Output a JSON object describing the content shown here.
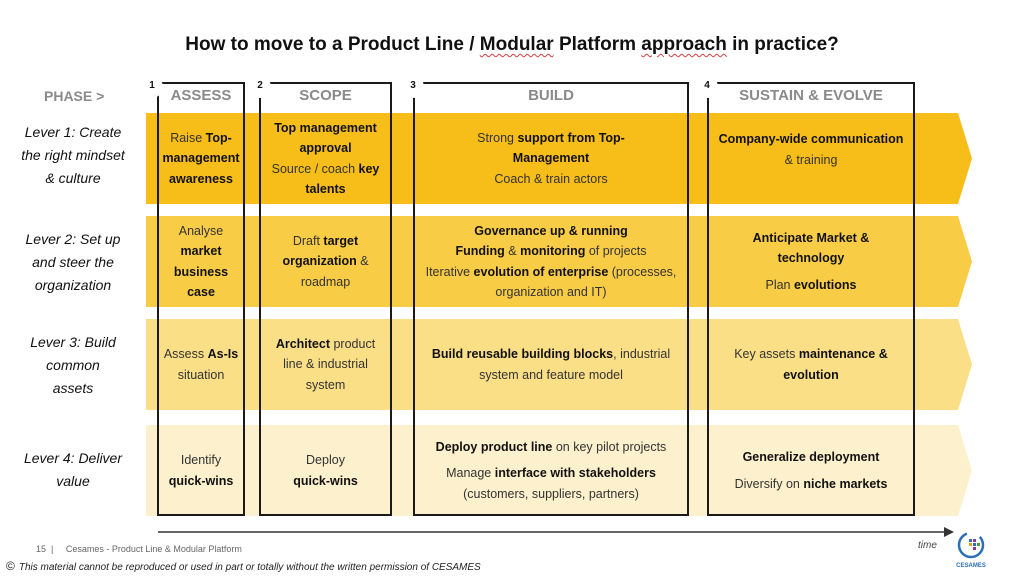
{
  "title": {
    "pre": "How to move to a Product Line / ",
    "w1": "Modular",
    "mid1": " Platform ",
    "w2": "approach",
    "post": " in practice?"
  },
  "phase_label": "PHASE >",
  "phases": [
    {
      "num": "1",
      "name": "ASSESS"
    },
    {
      "num": "2",
      "name": "SCOPE"
    },
    {
      "num": "3",
      "name": "BUILD"
    },
    {
      "num": "4",
      "name": "SUSTAIN & EVOLVE"
    }
  ],
  "levers": [
    {
      "l1": "Lever 1: Create",
      "l2": "the right mindset",
      "l3": "& culture"
    },
    {
      "l1": "Lever 2: Set up",
      "l2": "and  steer the",
      "l3": "organization"
    },
    {
      "l1": "Lever 3: Build",
      "l2": "common",
      "l3": "assets"
    },
    {
      "l1": "Lever 4: Deliver",
      "l2": "value"
    }
  ],
  "cells": {
    "r1": {
      "assess": {
        "a": "Raise ",
        "b": "Top-",
        "c": "management",
        "d": "awareness"
      },
      "scope": {
        "a": "Top management",
        "b": "approval",
        "c": "Source / coach ",
        "d": "key",
        "e": "talents"
      },
      "build": {
        "a": "Strong ",
        "b": "support from Top-",
        "c": "Management",
        "d": "Coach & train actors"
      },
      "sustain": {
        "a": "Company-wide communication",
        "b": "& training"
      }
    },
    "r2": {
      "assess": {
        "a": "Analyse",
        "b": "market",
        "c": "business",
        "d": "case"
      },
      "scope": {
        "a": "Draft ",
        "b": "target",
        "c": "organization",
        "d": " &",
        "e": "roadmap"
      },
      "build": {
        "a": "Governance up & running",
        "b": "Funding",
        "c": " & ",
        "d": "monitoring",
        "e": " of projects",
        "f": "Iterative ",
        "g": "evolution of enterprise",
        "h": " (processes,",
        "i": "organization and IT)"
      },
      "sustain": {
        "a": "Anticipate Market &",
        "b": "technology",
        "c": "Plan ",
        "d": "evolutions"
      }
    },
    "r3": {
      "assess": {
        "a": "Assess ",
        "b": "As-Is",
        "c": "situation"
      },
      "scope": {
        "a": "Architect",
        "b": " product",
        "c": "line & industrial",
        "d": "system"
      },
      "build": {
        "a": "Build reusable building blocks",
        "b": ", industrial",
        "c": "system and feature model"
      },
      "sustain": {
        "a": "Key assets ",
        "b": "maintenance &",
        "c": "evolution"
      }
    },
    "r4": {
      "assess": {
        "a": "Identify",
        "b": "quick-wins"
      },
      "scope": {
        "a": "Deploy",
        "b": "quick-wins"
      },
      "build": {
        "a": "Deploy product line",
        "b": " on key pilot projects",
        "c": "Manage ",
        "d": "interface with stakeholders",
        "e": "(customers, suppliers, partners)"
      },
      "sustain": {
        "a": "Generalize deployment",
        "b": "Diversify on ",
        "c": "niche markets"
      }
    }
  },
  "time_label": "time",
  "footer": "15  |     Cesames - Product Line & Modular Platform",
  "copyright_symbol": "©",
  "copyright": "This material cannot be reproduced or used in part or totally without the written permission of CESAMES",
  "logo_text": "CESAMES",
  "colors": {
    "row1": "#f7bd19",
    "row2": "#f9cc46",
    "row3": "#fbdf87",
    "row4": "#fdf0cc",
    "phase_border": "#1a1a1a",
    "logo_blue": "#2c6fb7"
  }
}
